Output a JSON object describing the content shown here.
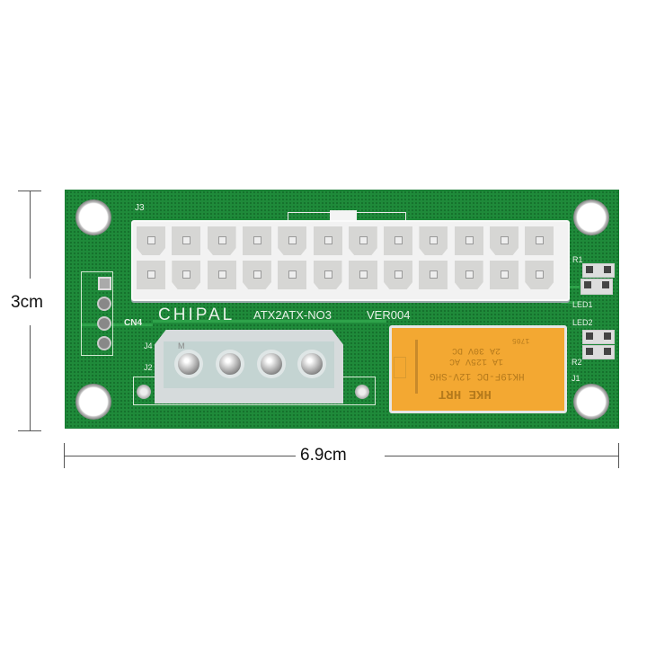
{
  "dimensions": {
    "height_label": "3cm",
    "width_label": "6.9cm"
  },
  "board": {
    "brand": "CHIPAL",
    "model": "ATX2ATX-NO3",
    "version": "VER004",
    "colors": {
      "pcb": "#1f8a3a",
      "relay": "#f3a832",
      "connector": "#f2f2f2"
    },
    "labels": {
      "j3": "J3",
      "cn4": "CN4",
      "j4": "J4",
      "j2": "J2",
      "r1": "R1",
      "r2": "R2",
      "led1": "LED1",
      "led2": "LED2",
      "j1": "J1",
      "molex_mark": "M"
    },
    "connector_24pin": {
      "rows": 2,
      "columns": 12
    },
    "molex_4pin": {
      "pins": 4
    },
    "relay": {
      "lines": [
        "HKE HRT",
        "HK19F-DC 12V-SHG",
        "1A 125V AC",
        "2A 30V DC",
        "1705"
      ]
    }
  }
}
